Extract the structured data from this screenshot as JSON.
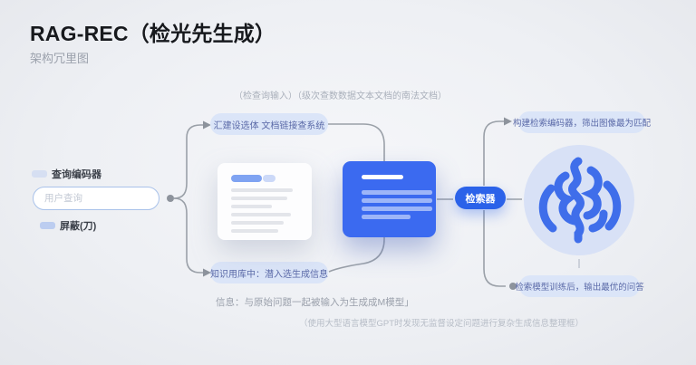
{
  "header": {
    "title": "RAG-REC（检光先生成）",
    "subtitle": "架构冗里图"
  },
  "captions": {
    "top": "（检查询输入）（级次查数数据文本文档的南法文档）",
    "middle": "信息：与原始问题一起被输入为生成成M模型」",
    "bottom": "（使用大型语言模型GPT时发现无监督设定问题进行复杂生成信息整理框）"
  },
  "left_panel": {
    "encoder_label": "查询编码器",
    "input_placeholder": "用户查询",
    "mask_label": "屏蔽(刀)"
  },
  "nodes": {
    "doc_encoder_pill": "汇建设选体 文档链接查系统",
    "knowledge_pill": "知识用库中：潜入选生成信息",
    "retriever_badge": "检索器",
    "top_right_pill": "构建检索编码器，筛出图像最为匹配",
    "bottom_right_pill": "检索模型训练后，输出最优的问答"
  },
  "icons": {
    "query_encoder": "query-encoder-chip-icon",
    "mask": "mask-chip-icon",
    "brain": "brain-icon"
  },
  "colors": {
    "accent_blue": "#3b6af0",
    "badge_blue": "#2b62e9",
    "pill_bg": "#dbe5f8",
    "pill_text": "#5b6aa8",
    "connector_gray": "#9aa0a8",
    "brain_bg": "#d8e1f6",
    "brain_stroke": "#3f6eea"
  }
}
